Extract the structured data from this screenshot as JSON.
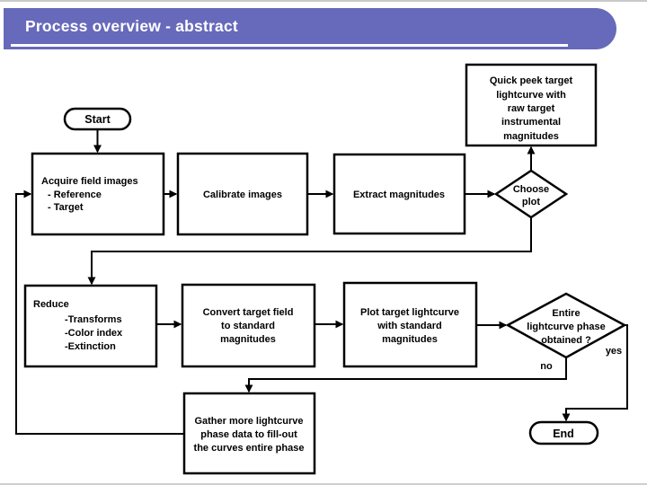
{
  "slide": {
    "title": "Process overview - abstract",
    "colors": {
      "title_bar": "#6769bb",
      "title_text": "#ffffff",
      "shape_stroke": "#000000",
      "shape_fill": "#ffffff",
      "background": "#ffffff"
    }
  },
  "flowchart": {
    "nodes": {
      "start": {
        "type": "terminator",
        "label": "Start"
      },
      "acquire": {
        "type": "process",
        "lines": [
          "Acquire field images",
          "- Reference",
          "- Target"
        ]
      },
      "calibrate": {
        "type": "process",
        "lines": [
          "Calibrate images"
        ]
      },
      "extract": {
        "type": "process",
        "lines": [
          "Extract magnitudes"
        ]
      },
      "choose_plot": {
        "type": "decision",
        "lines": [
          "Choose",
          "plot"
        ]
      },
      "quick_peek": {
        "type": "process",
        "lines": [
          "Quick peek target",
          "lightcurve with",
          "raw target",
          "instrumental",
          "magnitudes"
        ]
      },
      "reduce": {
        "type": "process",
        "lines": [
          "Reduce",
          "-Transforms",
          "-Color index",
          "-Extinction"
        ]
      },
      "convert": {
        "type": "process",
        "lines": [
          "Convert target field",
          "to standard",
          "magnitudes"
        ]
      },
      "plot": {
        "type": "process",
        "lines": [
          "Plot target lightcurve",
          "with standard",
          "magnitudes"
        ]
      },
      "entire": {
        "type": "decision",
        "lines": [
          "Entire",
          "lightcurve phase",
          "obtained ?"
        ]
      },
      "gather": {
        "type": "process",
        "lines": [
          "Gather more lightcurve",
          "phase data to fill-out",
          "the curves entire phase"
        ]
      },
      "end": {
        "type": "terminator",
        "label": "End"
      }
    },
    "edge_labels": {
      "yes": "yes",
      "no": "no"
    }
  }
}
